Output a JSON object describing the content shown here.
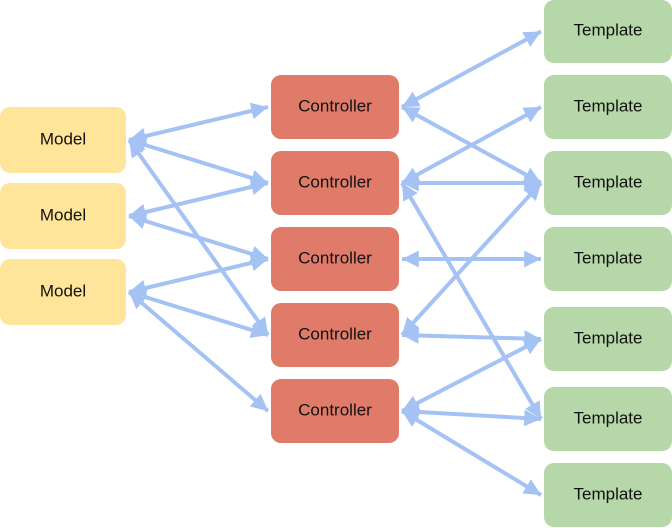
{
  "diagram": {
    "colors": {
      "model_fill": "#FFE599",
      "controller_fill": "#E07B6A",
      "template_fill": "#B6D7A8",
      "arrow": "#A4C2F4",
      "text": "#111111"
    },
    "models": [
      {
        "id": "m1",
        "label": "Model"
      },
      {
        "id": "m2",
        "label": "Model"
      },
      {
        "id": "m3",
        "label": "Model"
      }
    ],
    "controllers": [
      {
        "id": "c1",
        "label": "Controller"
      },
      {
        "id": "c2",
        "label": "Controller"
      },
      {
        "id": "c3",
        "label": "Controller"
      },
      {
        "id": "c4",
        "label": "Controller"
      },
      {
        "id": "c5",
        "label": "Controller"
      }
    ],
    "templates": [
      {
        "id": "t1",
        "label": "Template"
      },
      {
        "id": "t2",
        "label": "Template"
      },
      {
        "id": "t3",
        "label": "Template"
      },
      {
        "id": "t4",
        "label": "Template"
      },
      {
        "id": "t5",
        "label": "Template"
      },
      {
        "id": "t6",
        "label": "Template"
      },
      {
        "id": "t7",
        "label": "Template"
      }
    ],
    "edges": [
      {
        "from": "m1",
        "to": "c1",
        "direction": "both"
      },
      {
        "from": "m1",
        "to": "c2",
        "direction": "both"
      },
      {
        "from": "m1",
        "to": "c4",
        "direction": "both"
      },
      {
        "from": "m2",
        "to": "c3",
        "direction": "both"
      },
      {
        "from": "m2",
        "to": "c2",
        "direction": "both"
      },
      {
        "from": "m3",
        "to": "c3",
        "direction": "both"
      },
      {
        "from": "m3",
        "to": "c4",
        "direction": "both"
      },
      {
        "from": "m3",
        "to": "c5",
        "direction": "both"
      },
      {
        "from": "c1",
        "to": "t1",
        "direction": "both"
      },
      {
        "from": "c1",
        "to": "t3",
        "direction": "both"
      },
      {
        "from": "c2",
        "to": "t2",
        "direction": "both"
      },
      {
        "from": "c2",
        "to": "t3",
        "direction": "both"
      },
      {
        "from": "c2",
        "to": "t6",
        "direction": "both"
      },
      {
        "from": "c3",
        "to": "t4",
        "direction": "both"
      },
      {
        "from": "c4",
        "to": "t3",
        "direction": "both"
      },
      {
        "from": "c4",
        "to": "t5",
        "direction": "both"
      },
      {
        "from": "c5",
        "to": "t5",
        "direction": "both"
      },
      {
        "from": "c5",
        "to": "t6",
        "direction": "both"
      },
      {
        "from": "c5",
        "to": "t7",
        "direction": "both"
      }
    ]
  }
}
